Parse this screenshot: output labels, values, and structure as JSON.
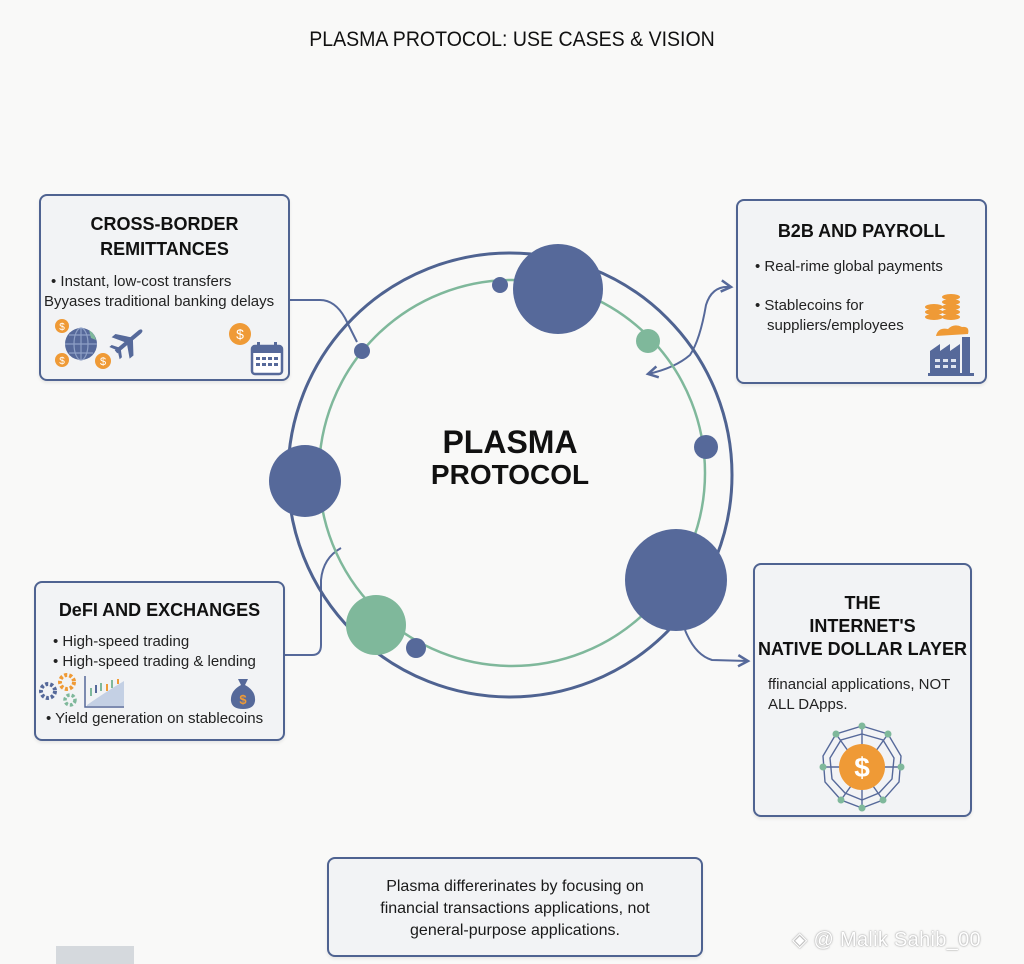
{
  "title": "PLASMA PROTOCOL: USE CASES & VISION",
  "center": {
    "line1": "PLASMA",
    "line2": "PROTOCOL"
  },
  "colors": {
    "navy": "#56699a",
    "green": "#7fb89b",
    "orange": "#ef9a36",
    "border": "#4f6391"
  },
  "cards": {
    "remittances": {
      "title_line1": "CROSS-BORDER",
      "title_line2": "REMITTANCES",
      "bullet1": "• Instant, low-cost transfers",
      "line2": "Byyases traditional banking delays",
      "icons": [
        "dollar-coin-icon",
        "globe-icon",
        "airplane-icon",
        "calendar-icon"
      ]
    },
    "b2b": {
      "title": "B2B AND PAYROLL",
      "bullet1": "• Real-rime global payments",
      "bullet2_line1": "• Stablecoins for",
      "bullet2_line2": "suppliers/employees",
      "icons": [
        "coin-stack-icon",
        "factory-icon"
      ]
    },
    "defi": {
      "title": "DeFI AND EXCHANGES",
      "bullet1": "• High-speed trading",
      "bullet2": "• High-speed trading & lending",
      "bullet3": "• Yield generation on stablecoins",
      "icons": [
        "gears-icon",
        "trading-chart-icon",
        "money-bag-icon"
      ]
    },
    "dollar_layer": {
      "title_line1": "THE",
      "title_line2": "INTERNET'S",
      "title_line3": "NATIVE DOLLAR LAYER",
      "text_line1": "ffinancial applications, NOT",
      "text_line2": "ALL DApps.",
      "icons": [
        "dollar-network-icon"
      ]
    }
  },
  "footer": {
    "line1": "Plasma differerinates by focusing on",
    "line2": "financial transactions applications, not",
    "line3": "general-purpose applications."
  },
  "watermark": "@ Malik Sahib_00"
}
